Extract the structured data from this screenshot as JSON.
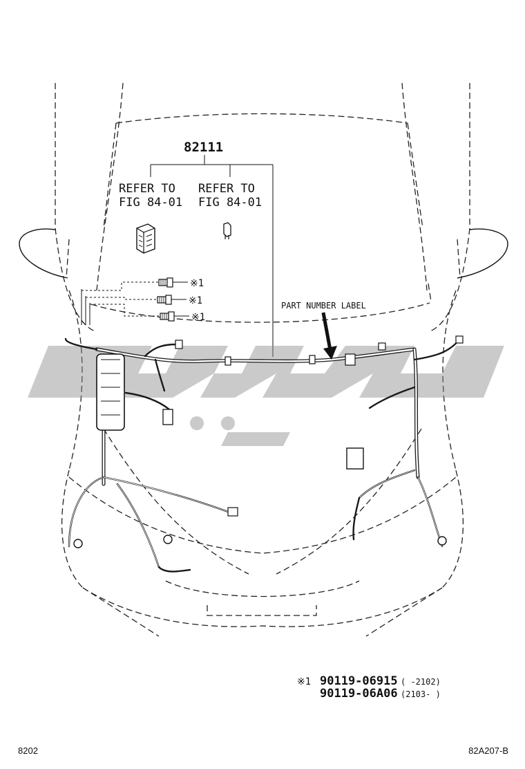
{
  "part_group_number": "82111",
  "refer_left": {
    "line1": "REFER TO",
    "line2": "FIG 84-01"
  },
  "refer_right": {
    "line1": "REFER TO",
    "line2": "FIG 84-01"
  },
  "bolt_callouts": [
    "※1",
    "※1",
    "※1"
  ],
  "part_number_label": "PART NUMBER LABEL",
  "footnote": {
    "mark": "※1",
    "rows": [
      {
        "part": "90119-06915",
        "range": "(      -2102)"
      },
      {
        "part": "90119-06A06",
        "range": "(2103-      )"
      }
    ]
  },
  "footer": {
    "left": "8202",
    "right": "82A207-B"
  }
}
